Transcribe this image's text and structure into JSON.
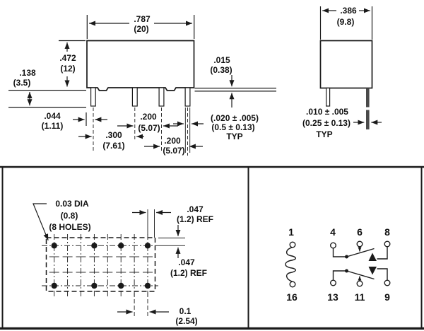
{
  "figure": {
    "type": "relay-package-dimension-drawing",
    "units_note": "inches over (millimeters)",
    "line_color": "#1a1a1a"
  },
  "side_view": {
    "width": {
      "in": ".787",
      "mm": "(20)"
    },
    "height": {
      "in": ".472",
      "mm": "(12)"
    },
    "standoff": {
      "in": ".138",
      "mm": "(3.5)"
    },
    "edge_to_pin": {
      "in": ".044",
      "mm": "(1.11)"
    },
    "pitch_1_2": {
      "in": ".300",
      "mm": "(7.61)"
    },
    "pitch_2_3": {
      "in": ".200",
      "mm": "(5.07)"
    },
    "pitch_3_4": {
      "in": ".200",
      "mm": "(5.07)"
    },
    "lead_thickness": {
      "in": ".015",
      "mm": "(0.38)"
    },
    "lead_width": {
      "line1": "(.020 ± .005)",
      "line2": "(0.5 ± 0.13)",
      "line3": "TYP"
    }
  },
  "end_view": {
    "width": {
      "in": ".386",
      "mm": "(9.8)"
    },
    "lead_edge": {
      "line1": ".010 ± .005",
      "line2": "(0.25 ± 0.13)",
      "line3": "TYP"
    }
  },
  "pcb_layout": {
    "hole_callout": {
      "line1": "0.03 DIA",
      "line2": "(0.8)",
      "line3": "(8 HOLES)"
    },
    "edge_offset_x": {
      "in": ".047",
      "mm": "(1.2) REF"
    },
    "edge_offset_y": {
      "in": ".047",
      "mm": "(1.2) REF"
    },
    "grid_pitch": {
      "in": "0.1",
      "mm": "(2.54)"
    }
  },
  "schematic": {
    "pins_top": [
      "1",
      "4",
      "6",
      "8"
    ],
    "pins_bottom": [
      "16",
      "13",
      "11",
      "9"
    ]
  }
}
